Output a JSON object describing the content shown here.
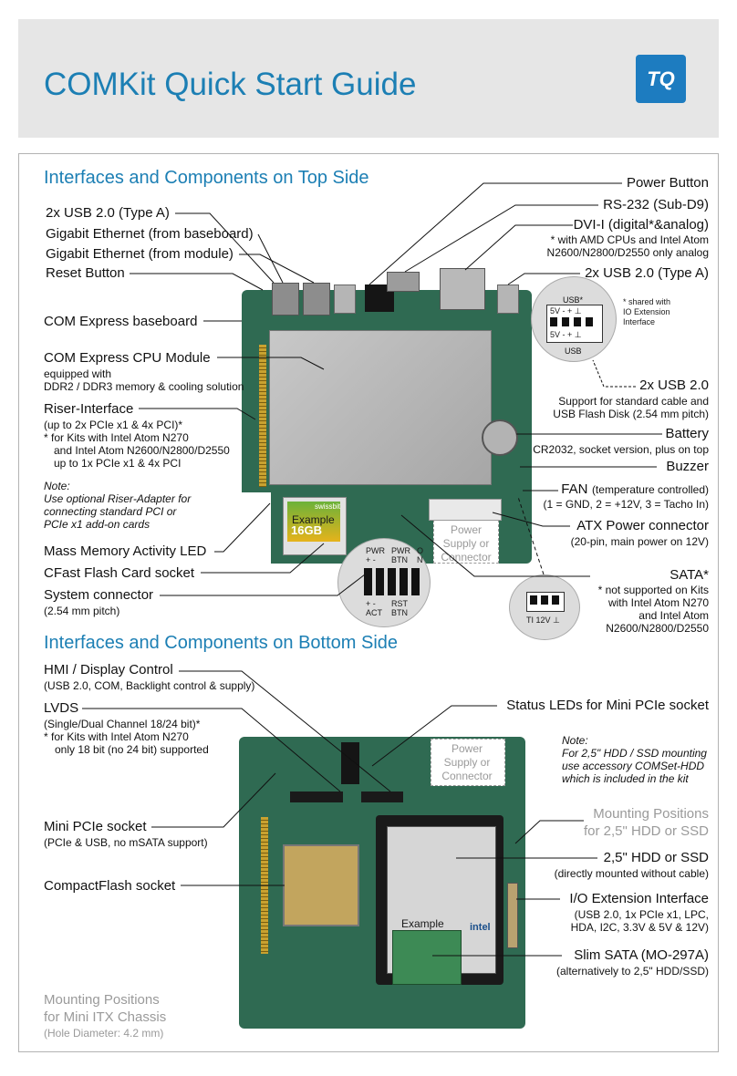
{
  "header": {
    "title": "COMKit Quick Start Guide",
    "logo_text": "TQ"
  },
  "top": {
    "heading": "Interfaces and Components on Top Side",
    "left_labels": {
      "usb_type_a": "2x USB 2.0 (Type A)",
      "gbe_baseboard": "Gigabit Ethernet (from baseboard)",
      "gbe_module": "Gigabit Ethernet (from module)",
      "reset": "Reset Button",
      "baseboard": "COM Express baseboard",
      "cpu_module": "COM Express CPU Module",
      "cpu_sub1": "equipped with",
      "cpu_sub2": "DDR2 / DDR3 memory & cooling solution",
      "riser": "Riser-Interface",
      "riser_sub1": "(up to 2x PCIe x1 & 4x PCI)*",
      "riser_sub2": "* for Kits with Intel Atom N270",
      "riser_sub3": "and Intel Atom N2600/N2800/D2550",
      "riser_sub4": "up to 1x PCIe x1 & 4x PCI",
      "note_title": "Note:",
      "note1": "Use optional Riser-Adapter for",
      "note2": "connecting standard PCI or",
      "note3": "PCIe x1 add-on cards",
      "mass_led": "Mass Memory Activity LED",
      "cfast": "CFast Flash Card socket",
      "sysconn": "System connector",
      "sysconn_sub": "(2.54 mm pitch)"
    },
    "right_labels": {
      "power_button": "Power Button",
      "rs232": "RS-232 (Sub-D9)",
      "dvi": "DVI-I (digital*&analog)",
      "dvi_sub1": "* with AMD CPUs and Intel Atom",
      "dvi_sub2": "N2600/N2800/D2550 only analog",
      "usb_type_a": "2x USB 2.0 (Type A)",
      "shared1": "* shared with",
      "shared2": "IO Extension",
      "shared3": "Interface",
      "usb_header": "2x USB 2.0",
      "usb_header_sub1": "Support for standard cable and",
      "usb_header_sub2": "USB Flash Disk (2.54 mm pitch)",
      "battery": "Battery",
      "battery_sub": "CR2032, socket version, plus on top",
      "buzzer": "Buzzer",
      "fan": "FAN",
      "fan_paren": "(temperature controlled)",
      "fan_sub": "(1 = GND, 2 = +12V, 3 = Tacho In)",
      "atx": "ATX Power connector",
      "atx_sub": "(20-pin, main power on 12V)",
      "sata": "SATA*",
      "sata_sub1": "* not supported on Kits",
      "sata_sub2": "with Intel Atom N270",
      "sata_sub3": "and Intel Atom",
      "sata_sub4": "N2600/N2800/D2550"
    },
    "usb_pinout": {
      "top": "USB*",
      "row1": "5V  -  +  ⊥",
      "row2": "5V  -  +  ⊥",
      "bottom": "USB"
    },
    "sys_pinout": {
      "c1": "PWR",
      "c1b": "+  -",
      "c2": "PWR",
      "c2b": "BTN",
      "c3": "O",
      "c3b": "N",
      "b1": "+  -",
      "b1b": "ACT",
      "b2": "RST",
      "b2b": "BTN"
    },
    "sata_pinout": {
      "label": "TI 12V ⊥"
    },
    "board": {
      "cfast_brand": "swissbit",
      "cfast_size": "16GB",
      "example": "Example",
      "psu1": "Power",
      "psu2": "Supply or",
      "psu3": "Connector"
    }
  },
  "bottom": {
    "heading": "Interfaces and Components on Bottom Side",
    "left_labels": {
      "hmi": "HMI / Display Control",
      "hmi_sub": "(USB 2.0, COM, Backlight control & supply)",
      "lvds": "LVDS",
      "lvds_sub1": "(Single/Dual Channel 18/24 bit)*",
      "lvds_sub2": "*  for Kits with Intel Atom N270",
      "lvds_sub3": "only 18 bit (no 24 bit) supported",
      "minipcie": "Mini PCIe socket",
      "minipcie_sub": "(PCIe & USB, no mSATA support)",
      "cf": "CompactFlash socket",
      "mount1": "Mounting Positions",
      "mount2": "for Mini ITX Chassis",
      "mount3": "(Hole Diameter: 4.2 mm)"
    },
    "right_labels": {
      "status_leds": "Status LEDs for Mini PCIe socket",
      "note_title": "Note:",
      "note1": "For 2,5\" HDD / SSD mounting",
      "note2": "use accessory COMSet-HDD",
      "note3": "which is included in the kit",
      "mount1": "Mounting Positions",
      "mount2": "for 2,5\" HDD or SSD",
      "hdd": "2,5\" HDD or SSD",
      "hdd_sub": "(directly mounted without cable)",
      "ioext": "I/O Extension Interface",
      "ioext_sub1": "(USB 2.0, 1x PCIe x1, LPC,",
      "ioext_sub2": "HDA, I2C, 3.3V & 5V & 12V)",
      "slimsata": "Slim SATA (MO-297A)",
      "slimsata_sub": "(alternatively to 2,5\" HDD/SSD)"
    },
    "board": {
      "psu1": "Power",
      "psu2": "Supply or",
      "psu3": "Connector",
      "example": "Example",
      "ssd_brand": "intel"
    }
  }
}
